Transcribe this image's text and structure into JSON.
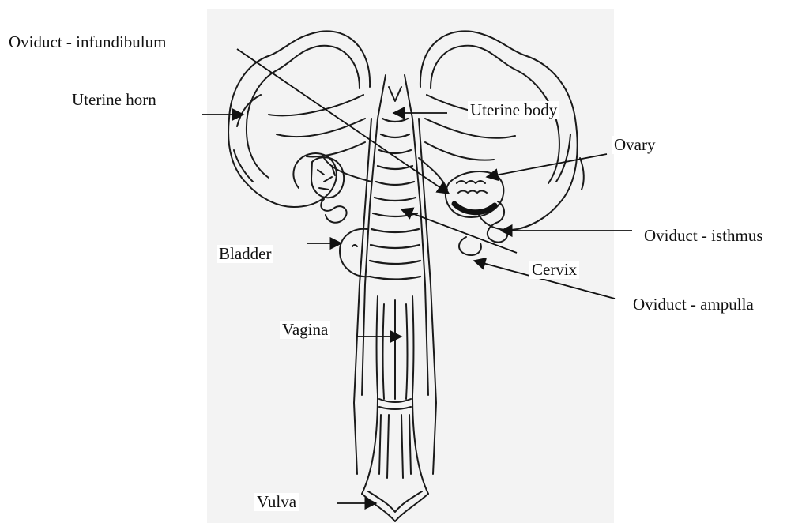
{
  "diagram": {
    "labels": {
      "oviduct_infundibulum": "Oviduct - infundibulum",
      "uterine_horn": "Uterine horn",
      "uterine_body": "Uterine body",
      "ovary": "Ovary",
      "oviduct_isthmus": "Oviduct - isthmus",
      "bladder": "Bladder",
      "cervix": "Cervix",
      "oviduct_ampulla": "Oviduct - ampulla",
      "vagina": "Vagina",
      "vulva": "Vulva"
    },
    "colors": {
      "ink": "#1a1a1a",
      "plate": "#f3f3f3",
      "tissue_light": "#ffffff",
      "ovary_dark": "#111111"
    }
  }
}
